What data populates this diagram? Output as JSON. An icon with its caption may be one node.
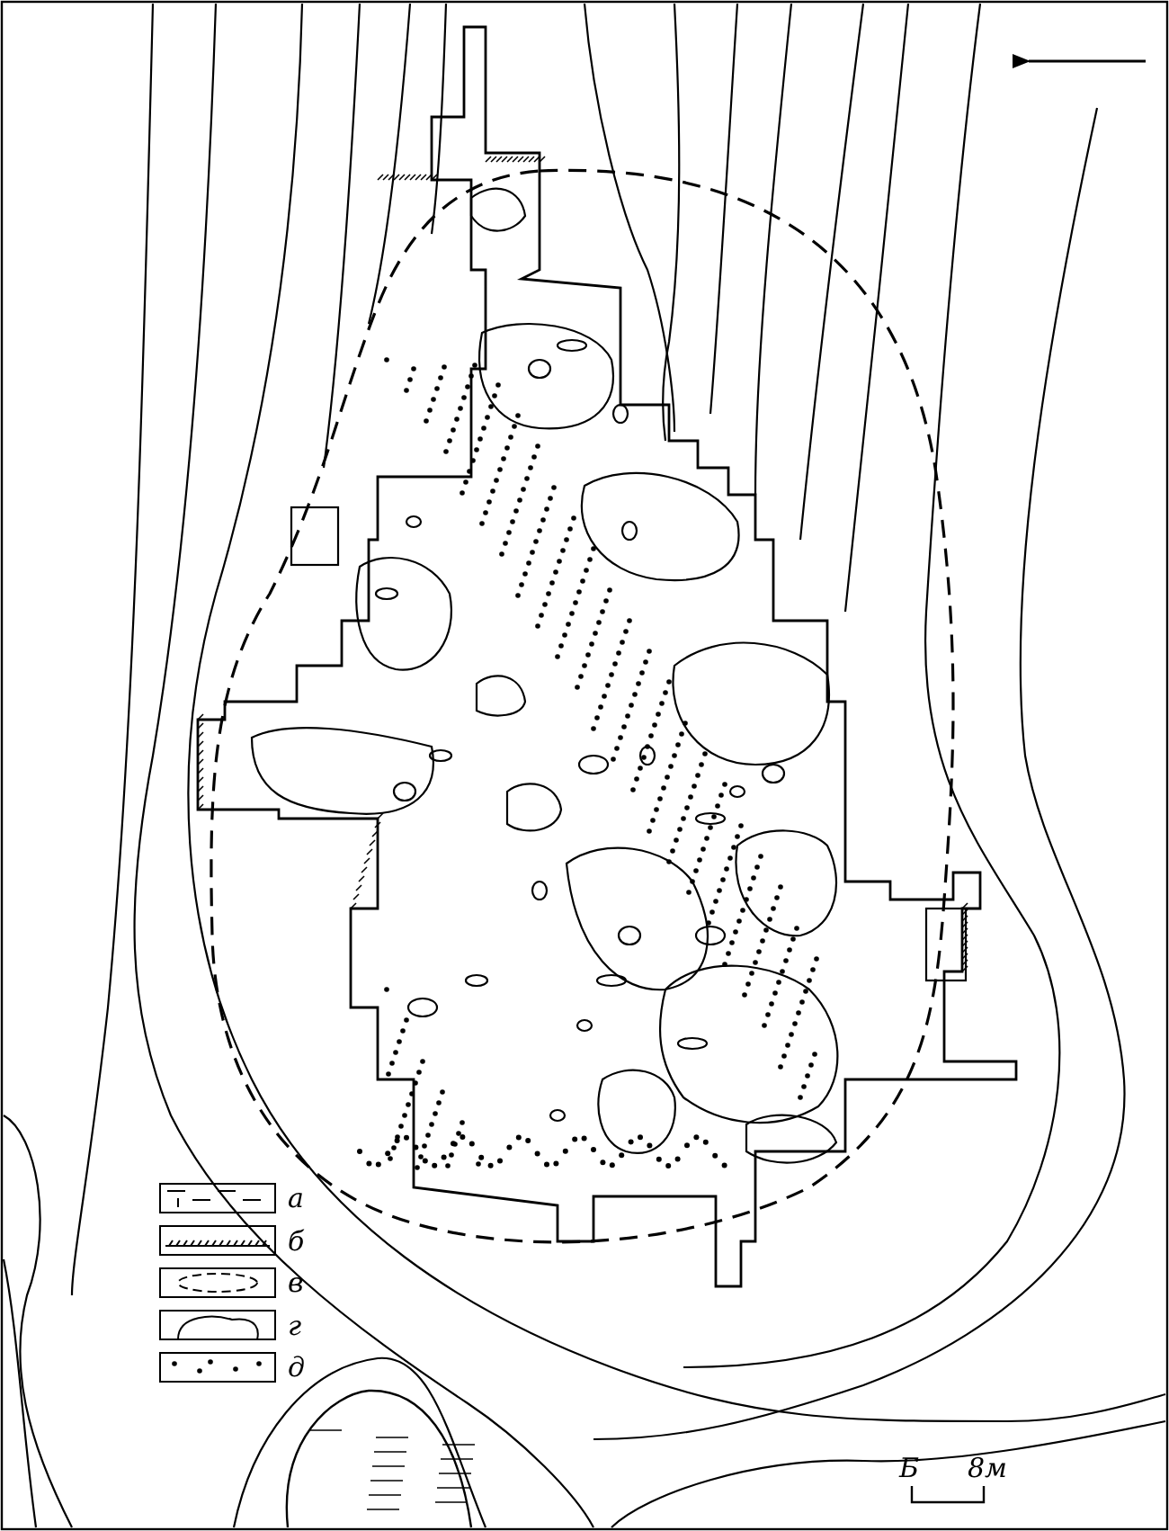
{
  "diagram": {
    "labels": [
      "Б",
      "8м"
    ],
    "legend": [
      {
        "text": "а"
      },
      {
        "text": "б"
      },
      {
        "text": "в"
      },
      {
        "text": "г"
      },
      {
        "text": "д"
      }
    ]
  }
}
